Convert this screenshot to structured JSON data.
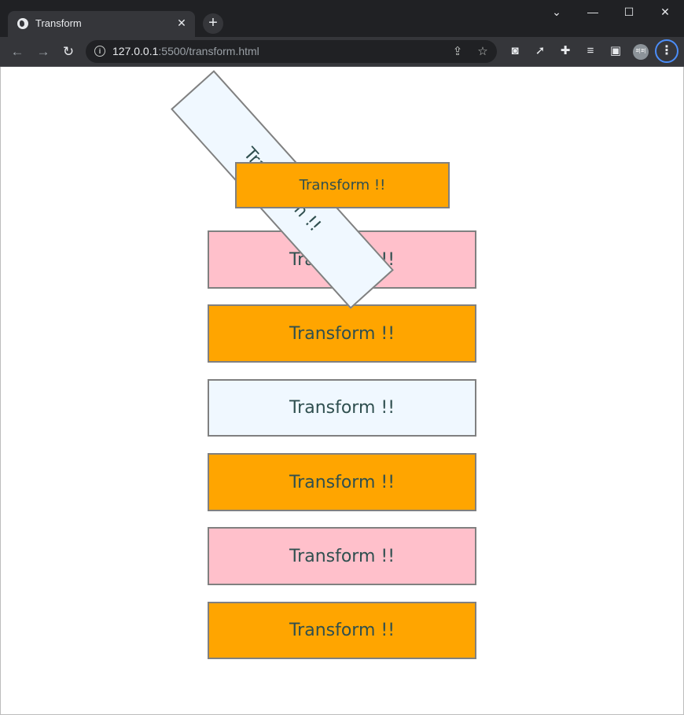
{
  "browser": {
    "tab_title": "Transform",
    "url_host": "127.0.0.1",
    "url_rest": ":5500/transform.html",
    "profile_initials": "퍼퍼"
  },
  "page": {
    "box_text": "Transform !!",
    "colors": {
      "pink": "#ffc0cb",
      "orange": "#ffa500",
      "aliceblue": "#f0f8ff",
      "border": "#808080",
      "text": "#2f4f4f"
    }
  }
}
